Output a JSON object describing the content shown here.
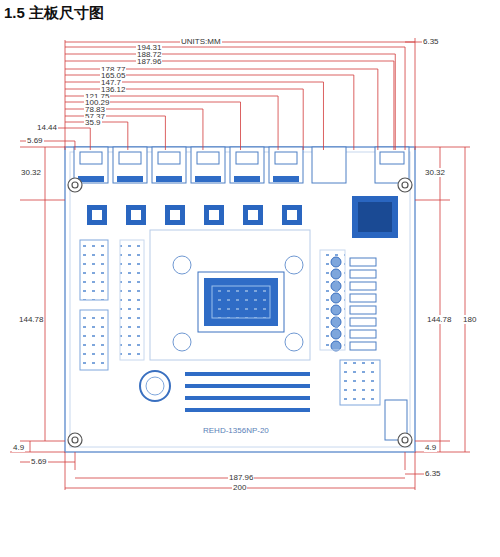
{
  "diagram": {
    "title": "1.5 主板尺寸图",
    "labels": [
      "UNITS:MM",
      "194.31",
      "188.72",
      "187.96",
      "178.77",
      "165.05",
      "147.7",
      "136.12",
      "121.75",
      "100.29",
      "78.83",
      "57.37",
      "35.9",
      "14.44",
      "5.69",
      "6.35",
      "30.32",
      "144.78",
      "30.32",
      "144.78",
      "180",
      "4.9",
      "5.69",
      "4.9",
      "6.35",
      "187.96",
      "200",
      "REHD-1356NP-20"
    ]
  }
}
